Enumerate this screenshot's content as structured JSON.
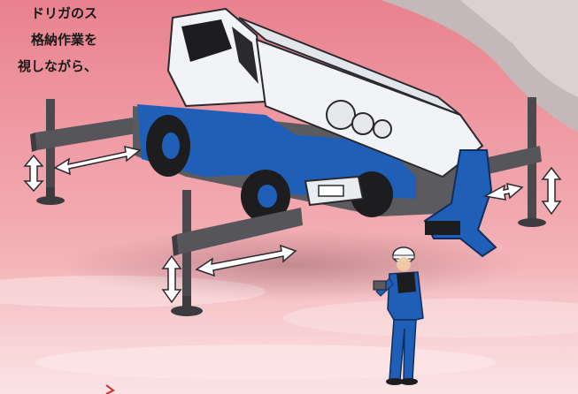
{
  "caption": {
    "lines": [
      "ドリガのス",
      "格納作業を",
      "視しながら、"
    ]
  },
  "colors": {
    "background_top": "#e8828e",
    "background_bottom": "#f7cdd0",
    "crane_body_white": "#f1f3f6",
    "crane_body_blue": "#1f5fb8",
    "frame_gray": "#5b5b5f",
    "tire_black": "#1d1d1f",
    "worker_blue": "#1f5fb8",
    "helmet_white": "#ffffff"
  },
  "icons": [
    "double-arrow-icon",
    "vertical-arrow-icon"
  ]
}
